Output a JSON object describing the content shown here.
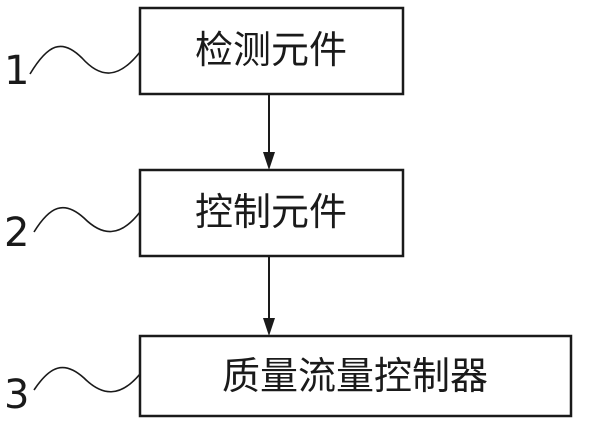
{
  "diagram": {
    "blocks": [
      {
        "ref": "1",
        "label": "检测元件"
      },
      {
        "ref": "2",
        "label": "控制元件"
      },
      {
        "ref": "3",
        "label": "质量流量控制器"
      }
    ],
    "flow": [
      "1 -> 2",
      "2 -> 3"
    ]
  }
}
